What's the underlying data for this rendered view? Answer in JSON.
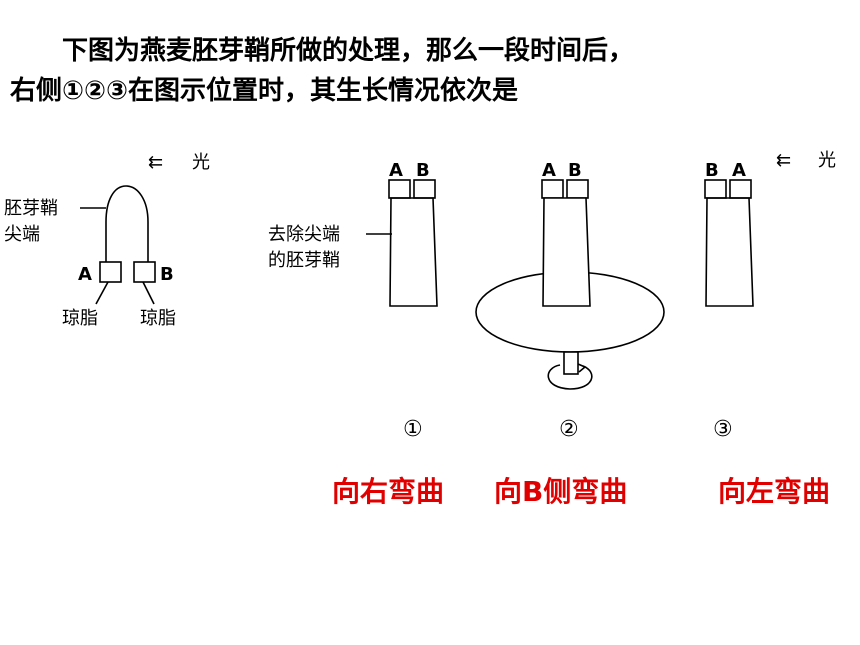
{
  "question": {
    "line1": "下图为燕麦胚芽鞘所做的处理，那么一段时间后，",
    "line2": "右侧①②③在图示位置时，其生长情况依次是"
  },
  "left_setup": {
    "light_arrow": "⇇",
    "light_label": "光",
    "tip_label_1": "胚芽鞘",
    "tip_label_2": "尖端",
    "block_a": "A",
    "block_b": "B",
    "agar_left": "琼脂",
    "agar_right": "琼脂"
  },
  "experiments": {
    "removed_tip_label_1": "去除尖端",
    "removed_tip_label_2": "的胚芽鞘",
    "exp1": {
      "block_left": "A",
      "block_right": "B",
      "number": "①"
    },
    "exp2": {
      "block_left": "A",
      "block_right": "B",
      "number": "②"
    },
    "exp3": {
      "block_left": "B",
      "block_right": "A",
      "number": "③",
      "light_arrow": "⇇",
      "light_label": "光"
    }
  },
  "answers": {
    "color": "#e00000",
    "a1": "向右弯曲",
    "a2": "向B侧弯曲",
    "a3": "向左弯曲"
  }
}
